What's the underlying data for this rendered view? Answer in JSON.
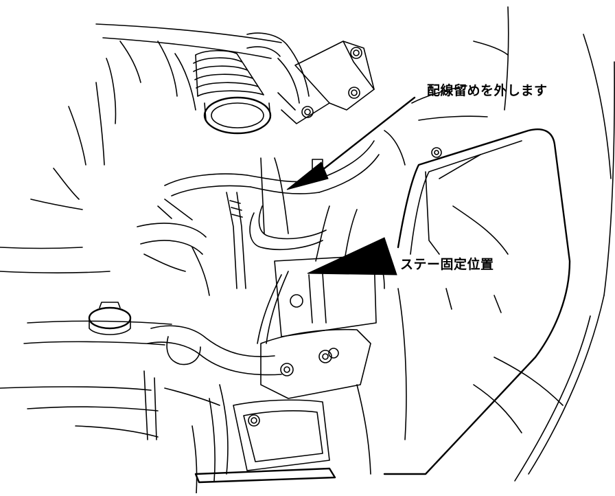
{
  "diagram": {
    "callouts": [
      {
        "id": "wiring-clip",
        "text": "配線留めを外します"
      },
      {
        "id": "stay-position",
        "text": "ステー固定位置"
      }
    ],
    "colors": {
      "line": "#000000",
      "background": "#ffffff"
    }
  }
}
